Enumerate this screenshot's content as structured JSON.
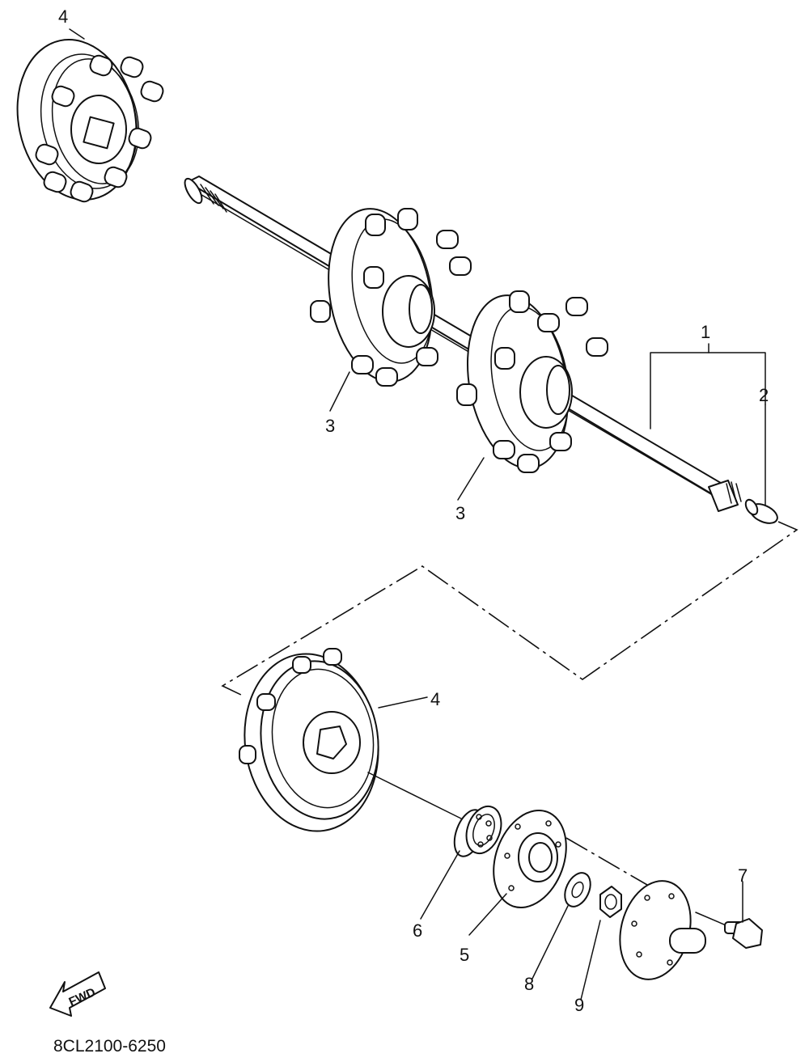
{
  "diagram": {
    "part_code": "8CL2100-6250",
    "fwd_label": "FWD",
    "callouts": [
      {
        "id": "callout-1",
        "label": "1"
      },
      {
        "id": "callout-2",
        "label": "2"
      },
      {
        "id": "callout-3a",
        "label": "3"
      },
      {
        "id": "callout-3b",
        "label": "3"
      },
      {
        "id": "callout-4a",
        "label": "4"
      },
      {
        "id": "callout-4b",
        "label": "4"
      },
      {
        "id": "callout-5",
        "label": "5"
      },
      {
        "id": "callout-6",
        "label": "6"
      },
      {
        "id": "callout-7",
        "label": "7"
      },
      {
        "id": "callout-8",
        "label": "8"
      },
      {
        "id": "callout-9",
        "label": "9"
      }
    ],
    "parts": [
      {
        "number": "1",
        "name": "drive-axle-shaft"
      },
      {
        "number": "2",
        "name": "axle-plug"
      },
      {
        "number": "3",
        "name": "drive-sprocket"
      },
      {
        "number": "4",
        "name": "idler-wheel-sprocket"
      },
      {
        "number": "5",
        "name": "bearing-housing-plate"
      },
      {
        "number": "6",
        "name": "ball-bearing"
      },
      {
        "number": "7",
        "name": "bolt"
      },
      {
        "number": "8",
        "name": "washer"
      },
      {
        "number": "9",
        "name": "nut"
      }
    ]
  }
}
